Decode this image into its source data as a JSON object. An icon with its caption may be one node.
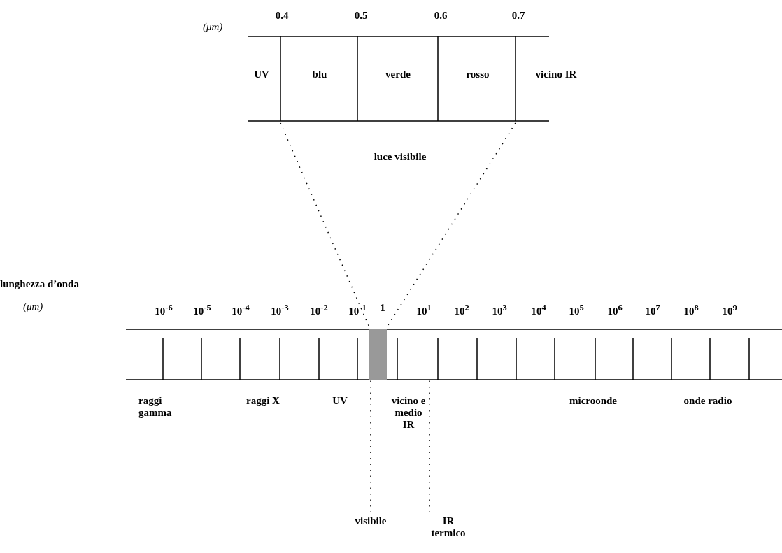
{
  "diagram": {
    "nodes": [
      {
        "text": [],
        "shape": "box"
      },
      {
        "text": [],
        "shape": "bar",
        "in": 0
      },
      {
        "text": [
          "visibile"
        ]
      },
      {
        "text": [
          "IR termico"
        ]
      }
    ],
    "edges": [
      {
        "from": 2,
        "to": 1,
        "arrow": "none",
        "style": "dashed"
      },
      {
        "from": 3,
        "to": 0,
        "arrow": "none",
        "style": "dashed"
      }
    ],
    "labels": [
      "(μm)",
      "0.4",
      "0.5",
      "0.6",
      "0.7",
      "UV",
      "blu",
      "verde",
      "rosso",
      "vicino IR",
      "luce visibile",
      "lunghezza d’onda",
      "(μm)",
      "10$^{-6}$",
      "10$^{-5}$",
      "10$^{-4}$",
      "10$^{-3}$",
      "10$^{-2}$",
      "10$^{-1}$",
      "1",
      "10$^{1}$",
      "10$^{2}$",
      "10$^{3}$",
      "10$^{4}$",
      "10$^{5}$",
      "10$^{6}$",
      "10$^{7}$",
      "10$^{8}$",
      "10$^{9}$",
      "raggi gamma",
      "raggi X",
      "UV",
      "vicino e medio IR",
      "microonde",
      "onde radio"
    ]
  }
}
